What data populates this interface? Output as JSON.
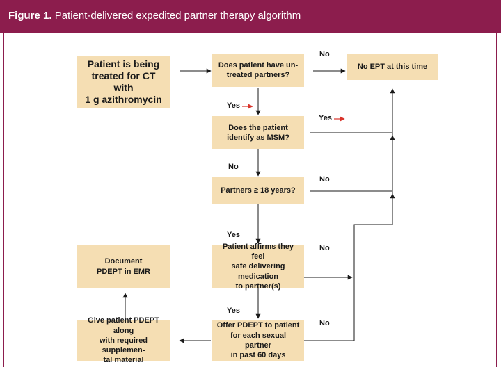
{
  "header": {
    "figure_label": "Figure 1.",
    "title": "Patient-delivered expedited partner therapy algorithm"
  },
  "colors": {
    "header_bg": "#8c1d4d",
    "box_fill": "#f5deb3",
    "small_arrow": "#d9342b"
  },
  "boxes": {
    "start": "Patient is being\ntreated for CT with\n1 g azithromycin",
    "q1": "Does patient have un-\ntreated partners?",
    "no_ept": "No EPT at this time",
    "q2": "Does the patient\nidentify as MSM?",
    "q3": "Partners ≥ 18 years?",
    "q4": "Patient affirms they feel\nsafe delivering medication\nto partner(s)",
    "offer": "Offer PDEPT to patient\nfor each sexual partner\nin past 60 days",
    "give": "Give patient PDEPT along\nwith required supplemen-\ntal material",
    "document": "Document\nPDEPT in EMR"
  },
  "labels": {
    "q1_no": "No",
    "q1_yes": "Yes",
    "q2_yes": "Yes",
    "q2_no": "No",
    "q3_no": "No",
    "q3_yes": "Yes",
    "q4_no": "No",
    "q4_yes": "Yes",
    "offer_no": "No"
  }
}
